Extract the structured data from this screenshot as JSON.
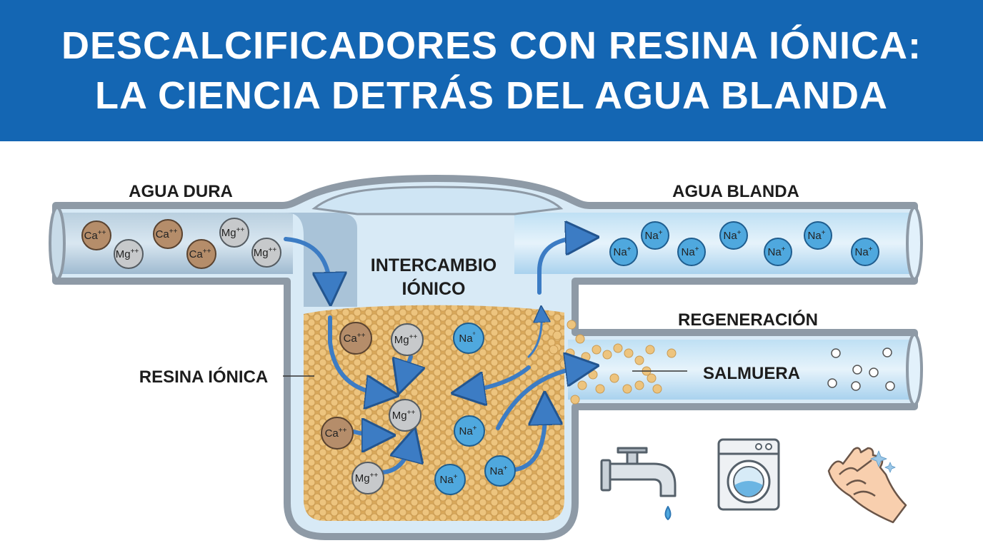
{
  "header": {
    "title_line1": "DESCALCIFICADORES CON RESINA IÓNICA:",
    "title_line2": "LA CIENCIA DETRÁS DEL AGUA BLANDA"
  },
  "labels": {
    "hard_water": "AGUA DURA",
    "soft_water": "AGUA BLANDA",
    "ion_exchange_line1": "INTERCAMBIO",
    "ion_exchange_line2": "IÓNICO",
    "resin": "RESINA IÓNICA",
    "regeneration": "REGENERACIÓN",
    "brine": "SALMUERA"
  },
  "colors": {
    "header": "#1466b3",
    "calcium": "#b58d6a",
    "magnesium": "#c7c9cb",
    "sodium": "#4fa8de",
    "resin_bead": "#e8b96a",
    "arrow": "#3c7cc4",
    "pipe_wall": "#8e9aa6"
  },
  "ions": {
    "hard_pipe": [
      {
        "symbol": "Ca",
        "charge": "++",
        "type": "calcium"
      },
      {
        "symbol": "Mg",
        "charge": "++",
        "type": "magnesium"
      },
      {
        "symbol": "Ca",
        "charge": "++",
        "type": "calcium"
      },
      {
        "symbol": "Ca",
        "charge": "++",
        "type": "calcium"
      },
      {
        "symbol": "Mg",
        "charge": "++",
        "type": "magnesium"
      },
      {
        "symbol": "Mg",
        "charge": "++",
        "type": "magnesium"
      }
    ],
    "soft_pipe": [
      {
        "symbol": "Na",
        "charge": "+",
        "type": "sodium"
      },
      {
        "symbol": "Na",
        "charge": "+",
        "type": "sodium"
      },
      {
        "symbol": "Na",
        "charge": "+",
        "type": "sodium"
      },
      {
        "symbol": "Na",
        "charge": "+",
        "type": "sodium"
      },
      {
        "symbol": "Na",
        "charge": "+",
        "type": "sodium"
      },
      {
        "symbol": "Na",
        "charge": "+",
        "type": "sodium"
      },
      {
        "symbol": "Na",
        "charge": "+",
        "type": "sodium"
      }
    ],
    "tank": [
      {
        "symbol": "Ca",
        "charge": "++",
        "type": "calcium"
      },
      {
        "symbol": "Mg",
        "charge": "++",
        "type": "magnesium"
      },
      {
        "symbol": "Na",
        "charge": "°",
        "type": "sodium"
      },
      {
        "symbol": "Ca",
        "charge": "++",
        "type": "calcium"
      },
      {
        "symbol": "Mg",
        "charge": "++",
        "type": "magnesium"
      },
      {
        "symbol": "Na",
        "charge": "+",
        "type": "sodium"
      },
      {
        "symbol": "Mg",
        "charge": "++",
        "type": "magnesium"
      },
      {
        "symbol": "Na",
        "charge": "+",
        "type": "sodium"
      },
      {
        "symbol": "Na",
        "charge": "+",
        "type": "sodium"
      }
    ]
  },
  "icons": [
    "faucet-icon",
    "washing-machine-icon",
    "clean-hands-icon"
  ]
}
